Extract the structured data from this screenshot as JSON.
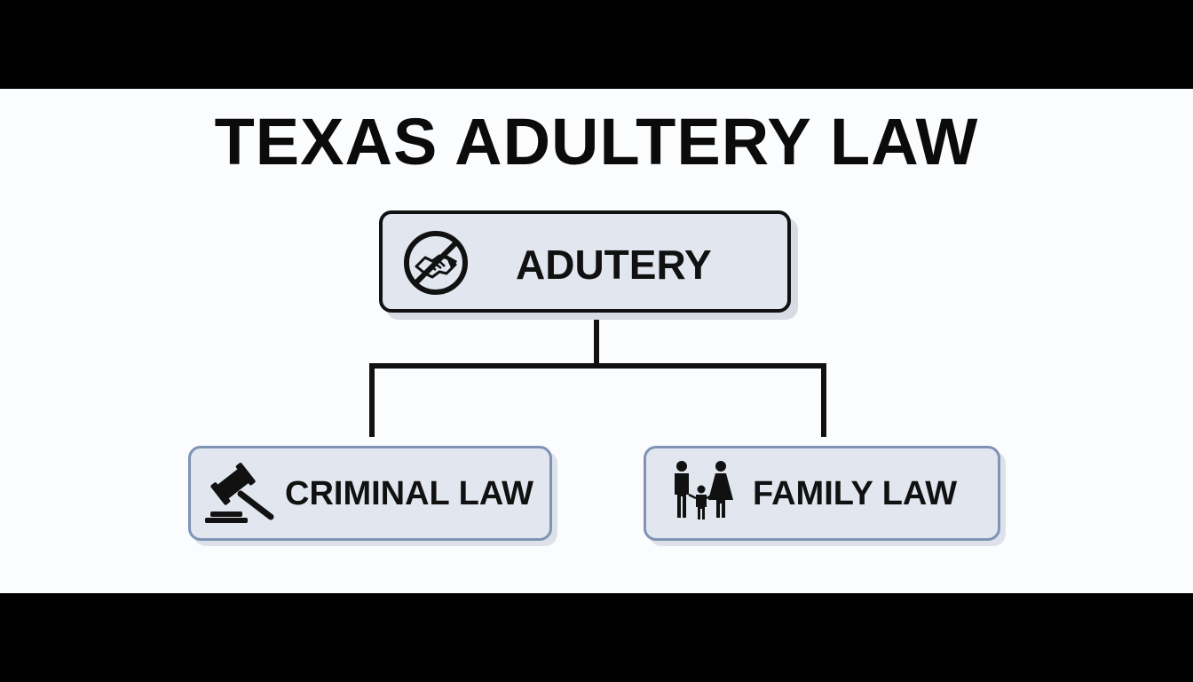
{
  "title": "TEXAS ADULTERY LAW",
  "root": {
    "label": "ADUTERY",
    "icon": "no-handshake-icon"
  },
  "children": [
    {
      "label": "CRIMINAL LAW",
      "icon": "gavel-icon"
    },
    {
      "label": "FAMILY LAW",
      "icon": "family-icon"
    }
  ],
  "colors": {
    "box_fill": "#e1e6ef",
    "root_border": "#111111",
    "child_border": "#7f93b5",
    "connector": "#111111",
    "background": "#fbfcfd"
  }
}
